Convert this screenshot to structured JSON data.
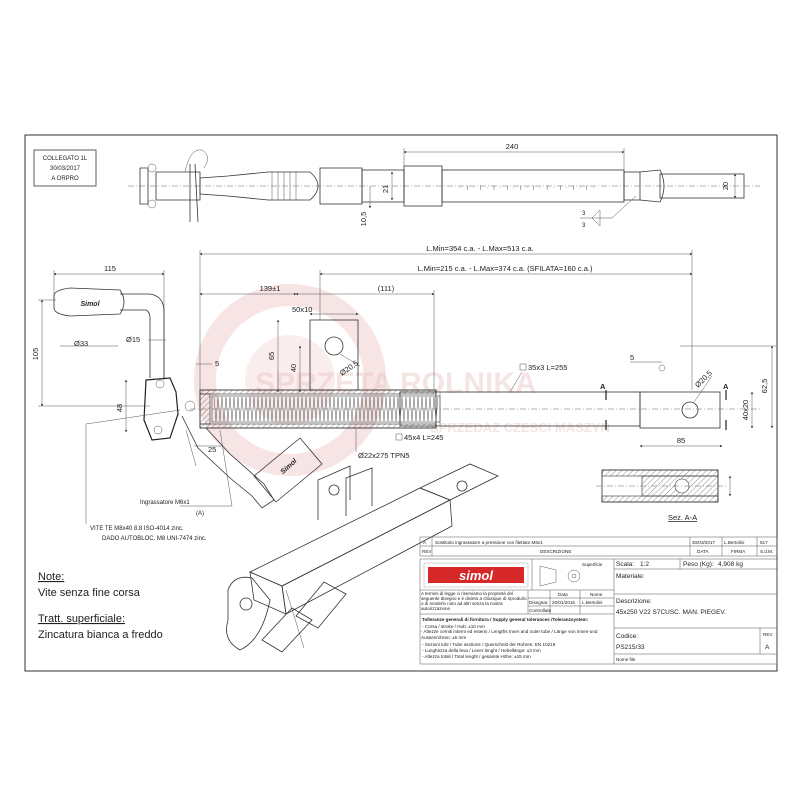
{
  "collegato": {
    "line1": "COLLEGATO 1L",
    "line2": "30/03/2017",
    "line3": "A ORPRO"
  },
  "watermark": {
    "brand": "SPRZETA ROLNIKA",
    "tagline": "SPRZEDAZ CZESCI MASZYN"
  },
  "top_view": {
    "dims": {
      "d240": "240",
      "d21": "21",
      "d10_5": "10,5",
      "d20": "20",
      "s3a": "3",
      "s3b": "3"
    }
  },
  "main_view": {
    "dims": {
      "lmin_lmax": "L.Min=354 c.a. - L.Max=513 c.a.",
      "lmin_sfilata": "L.Min=215 c.a. - L.Max=374 c.a. (SFILATA=160 c.a.)",
      "d115": "115",
      "d139": "139±1",
      "d111": "(111)",
      "d50x10": "50x10",
      "d105": "105",
      "d33": "Ø33",
      "d15": "Ø15",
      "d5a": "5",
      "d65": "65",
      "d40": "40",
      "d20_5a": "Ø20,5",
      "tube35": "35x3  L=255",
      "d5b": "5",
      "d20_5b": "Ø20,5",
      "d62_5": "62,5",
      "d40x20": "40x20",
      "d48": "48",
      "d85": "85",
      "section_a1": "A",
      "section_a2": "A",
      "tube45": "45x4  L=245",
      "d25": "25",
      "thread": "Ø22x275 TPN5"
    },
    "section_label": "Sez. A-A",
    "callouts": {
      "ingrassatore_1": "Ingrassatore M6x1",
      "ingrassatore_2": "(A)",
      "vite_1": "VITE TE M8x40 8.8 ISO-4014 zinc.",
      "vite_2": "DADO AUTOBLOC. M8 UNI-7474 zinc."
    },
    "handle_brand": "Simol"
  },
  "notes": {
    "heading": "Note:",
    "text": "Vite senza fine corsa"
  },
  "treatment": {
    "heading": "Tratt. superficiale:",
    "text": "Zincatura bianca a freddo"
  },
  "revision": {
    "row": {
      "rev": "A",
      "desc": "Sostituito ingrassatore a pressione con filettato M6x1",
      "date": "30/03/2017",
      "signed": "L.Bertolini",
      "sdm": "617"
    },
    "headers": {
      "rev": "REV",
      "desc": "DESCRIZIONE",
      "date": "DATA",
      "firma": "FIRMA",
      "sdm": "S.d.M."
    }
  },
  "title_block": {
    "logo": "simol",
    "superficie": "Superficie",
    "scala_label": "Scala:",
    "scala_value": "1:2",
    "peso_label": "Peso (Kg):",
    "peso_value": "4,908 kg",
    "materiale_label": "Materiale:",
    "legal": "A termini di legge ci riserviamo la proprietà del seguente disegno e è divieto a chiunque di riprodurlo o di renderlo noto ad altri senza la nostra autorizzazione",
    "sig_headers": {
      "data": "Data",
      "nome": "Nome"
    },
    "sig_rows": [
      {
        "label": "Disegnat.",
        "data": "20/01/2016",
        "nome": "L.Bertolini"
      },
      {
        "label": "Controllato",
        "data": "",
        "nome": ""
      }
    ],
    "tolerance_title": "Tolleranze generali di fornitura / Supply general tolerances /Toleranzsystem:",
    "tolerances": [
      "- Corsa / stroke / Hub: ±10 mm",
      "- Altezze cerniti interni ed esterni / Lengths Inner and outer tube / Länge von Innen-und Aussenrohren: ±5 mm",
      "- Sezioni tubi / Tube sections / Querschnitt der Rohren: EN 10219",
      "- Lunghezza della leva / Lever lenght / Hebellänge: ±3 mm",
      "- Altezza totali / Total lenght / gesamte Höhe: ±15 mm"
    ],
    "descrizione_label": "Descrizione:",
    "descrizione_value": "45x250 V22 S7CUSC. MAN. PIEGEV.",
    "codice_label": "Codice:",
    "codice_value": "PS215/33",
    "rev_label": "REV",
    "rev_value": "A",
    "nome_file_label": "Nome file"
  }
}
